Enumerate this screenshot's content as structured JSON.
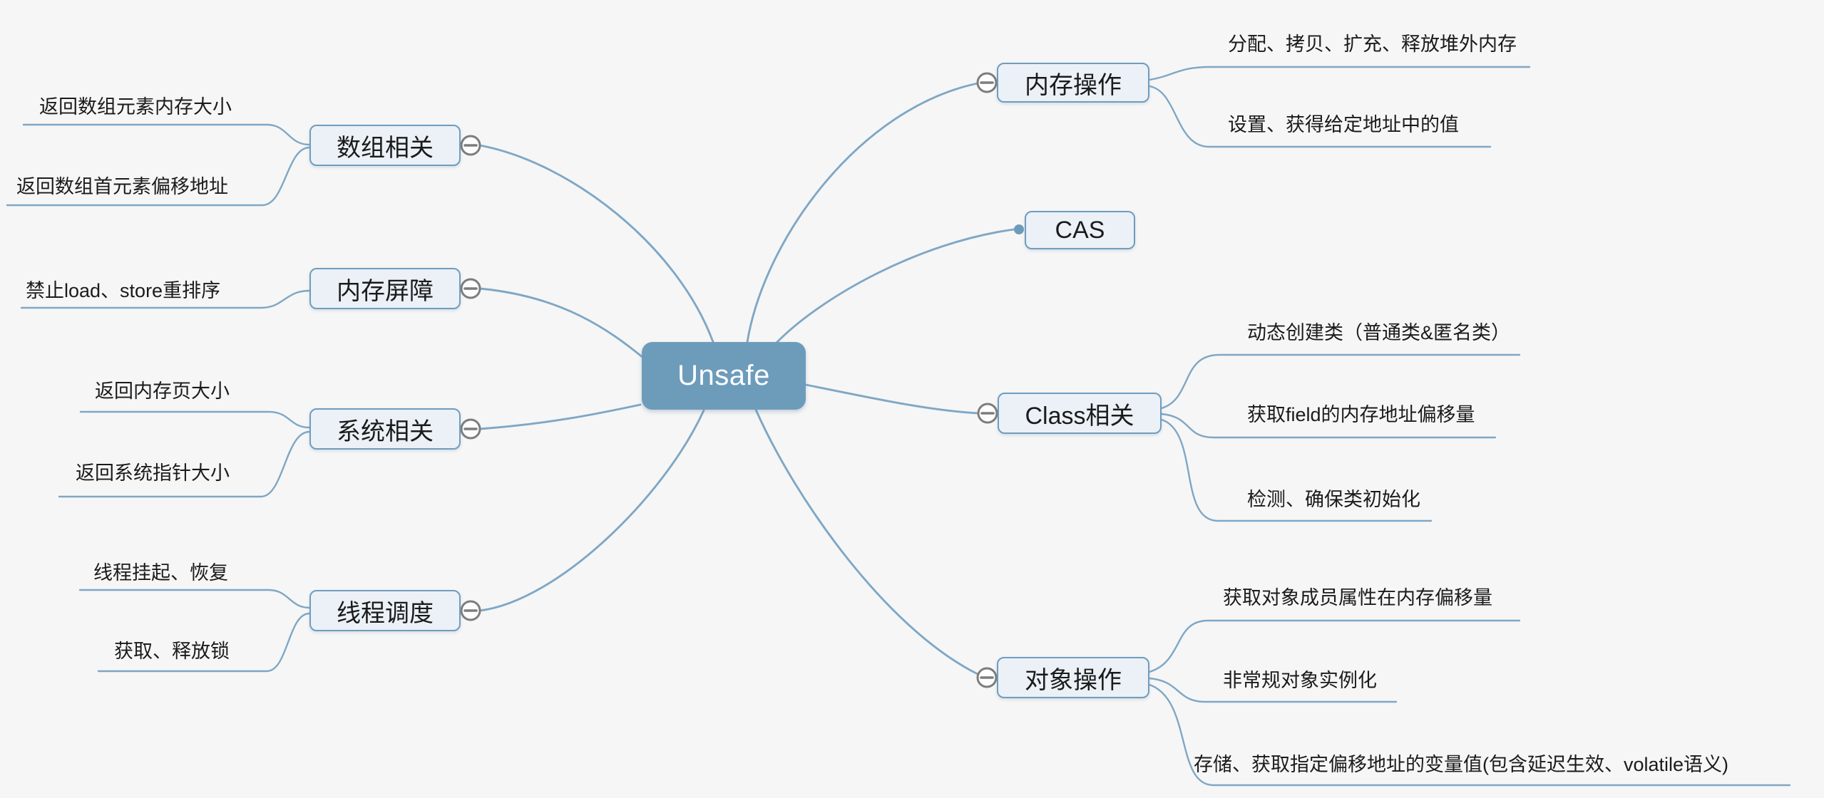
{
  "diagram": {
    "root": {
      "label": "Unsafe"
    },
    "branches_left": [
      {
        "label": "数组相关",
        "children": [
          "返回数组元素内存大小",
          "返回数组首元素偏移地址"
        ]
      },
      {
        "label": "内存屏障",
        "children": [
          "禁止load、store重排序"
        ]
      },
      {
        "label": "系统相关",
        "children": [
          "返回内存页大小",
          "返回系统指针大小"
        ]
      },
      {
        "label": "线程调度",
        "children": [
          "线程挂起、恢复",
          "获取、释放锁"
        ]
      }
    ],
    "branches_right": [
      {
        "label": "内存操作",
        "children": [
          "分配、拷贝、扩充、释放堆外内存",
          "设置、获得给定地址中的值"
        ]
      },
      {
        "label": "CAS",
        "children": []
      },
      {
        "label": "Class相关",
        "children": [
          "动态创建类（普通类&匿名类）",
          "获取field的内存地址偏移量",
          "检测、确保类初始化"
        ]
      },
      {
        "label": "对象操作",
        "children": [
          "获取对象成员属性在内存偏移量",
          "非常规对象实例化",
          "存储、获取指定偏移地址的变量值(包含延迟生效、volatile语义)"
        ]
      }
    ],
    "icons": {
      "collapse_toggle": "minus-circle",
      "branch_endpoint": "dot"
    }
  },
  "theme": {
    "canvas-bg": "#f6f6f6",
    "edge": "#7fa7c5",
    "node-fill": "#ebf1f7",
    "node-border": "#6f9dbf",
    "root-fill": "#6d9cbb",
    "root-text": "#ffffff",
    "text": "#1b1b1b",
    "toggle-fill": "#fdfdfd",
    "toggle-border": "#7d7d7d"
  }
}
